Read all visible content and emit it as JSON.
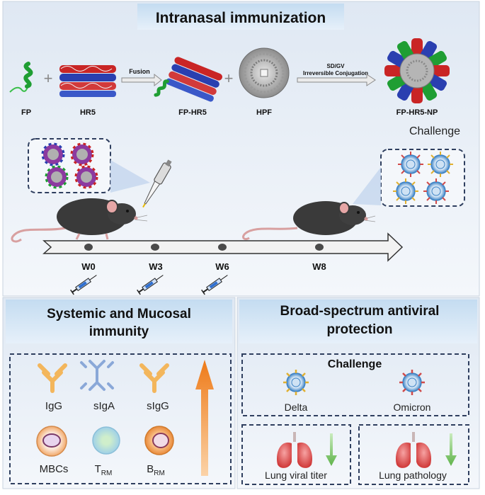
{
  "top": {
    "title": "Intranasal immunization",
    "components": {
      "fp": "FP",
      "hr5": "HR5",
      "fp_hr5": "FP-HR5",
      "hpf": "HPF",
      "np": "FP-HR5-NP"
    },
    "arrow1_label": "Fusion",
    "arrow2_label_line1": "SD/GV",
    "arrow2_label_line2": "Irreversible Conjugation",
    "plus": "+",
    "challenge": "Challenge",
    "timeline": [
      "W0",
      "W3",
      "W6",
      "W8"
    ]
  },
  "left": {
    "title_line1": "Systemic and Mucosal",
    "title_line2": "immunity",
    "antibodies": [
      "IgG",
      "sIgA",
      "sIgG"
    ],
    "cells": {
      "mbc": "MBCs",
      "trm_main": "T",
      "trm_sub": "RM",
      "brm_main": "B",
      "brm_sub": "RM"
    }
  },
  "right": {
    "title_line1": "Broad-spectrum antiviral",
    "title_line2": "protection",
    "challenge": "Challenge",
    "variants": [
      "Delta",
      "Omicron"
    ],
    "outcomes": [
      "Lung viral titer",
      "Lung pathology"
    ]
  },
  "colors": {
    "panel_bg": "#e4ecf5",
    "title_box": "#cfe3f4",
    "dashed": "#2f3f5f",
    "virus": "#3f84c6",
    "up_arrow": "#f08a2c",
    "down_arrow": "#7cc36a"
  }
}
